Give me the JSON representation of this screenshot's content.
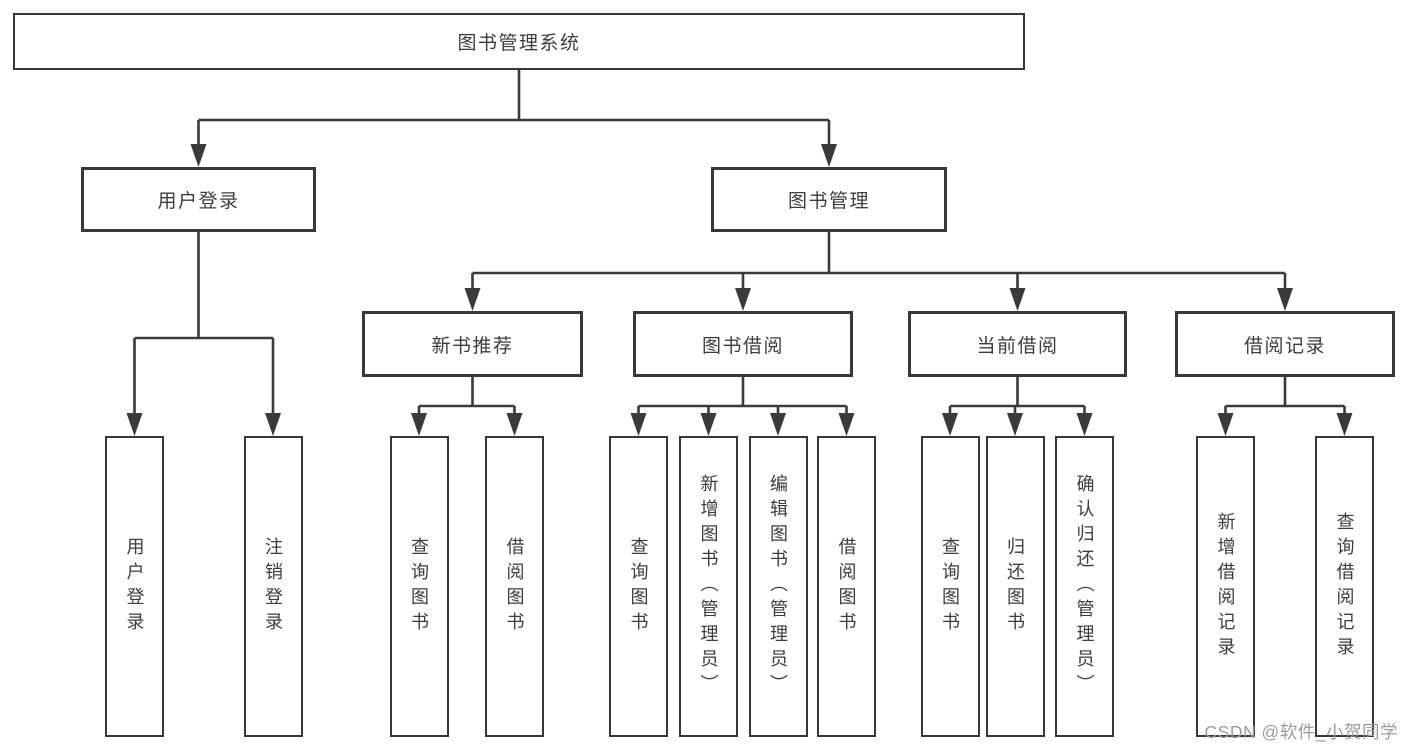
{
  "colors": {
    "line": "#3a3a3c",
    "box_border": "#38383a",
    "text": "#3d3d40",
    "background": "#ffffff",
    "watermark": "#9c9c9f"
  },
  "diagram_type": "hierarchy-tree",
  "tree": {
    "root": {
      "label": "图书管理系统",
      "children": [
        {
          "label": "用户登录",
          "children": [
            {
              "label": "用户登录"
            },
            {
              "label": "注销登录"
            }
          ]
        },
        {
          "label": "图书管理",
          "children": [
            {
              "label": "新书推荐",
              "children": [
                {
                  "label": "查询图书"
                },
                {
                  "label": "借阅图书"
                }
              ]
            },
            {
              "label": "图书借阅",
              "children": [
                {
                  "label": "查询图书"
                },
                {
                  "label": "新增图书（管理员）"
                },
                {
                  "label": "编辑图书（管理员）"
                },
                {
                  "label": "借阅图书"
                }
              ]
            },
            {
              "label": "当前借阅",
              "children": [
                {
                  "label": "查询图书"
                },
                {
                  "label": "归还图书"
                },
                {
                  "label": "确认归还（管理员）"
                }
              ]
            },
            {
              "label": "借阅记录",
              "children": [
                {
                  "label": "新增借阅记录"
                },
                {
                  "label": "查询借阅记录"
                }
              ]
            }
          ]
        }
      ]
    }
  },
  "watermark": {
    "text": "CSDN @软件_小贺同学"
  }
}
